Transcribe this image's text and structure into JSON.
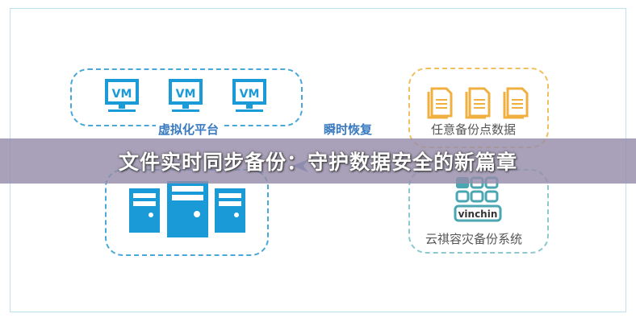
{
  "title": "文件实时同步备份：守护数据安全的新篇章",
  "diagram": {
    "vm_label": "VM",
    "virtual_platform_label": "虚拟化平台",
    "instant_recovery_label": "瞬时恢复",
    "backup_point_label": "任意备份点数据",
    "system_label": "云祺容灾备份系统",
    "logo_text": "vinchin"
  },
  "colors": {
    "blue": "#1a9ad6",
    "orange": "#f0b040",
    "teal": "#4aa6b0"
  }
}
